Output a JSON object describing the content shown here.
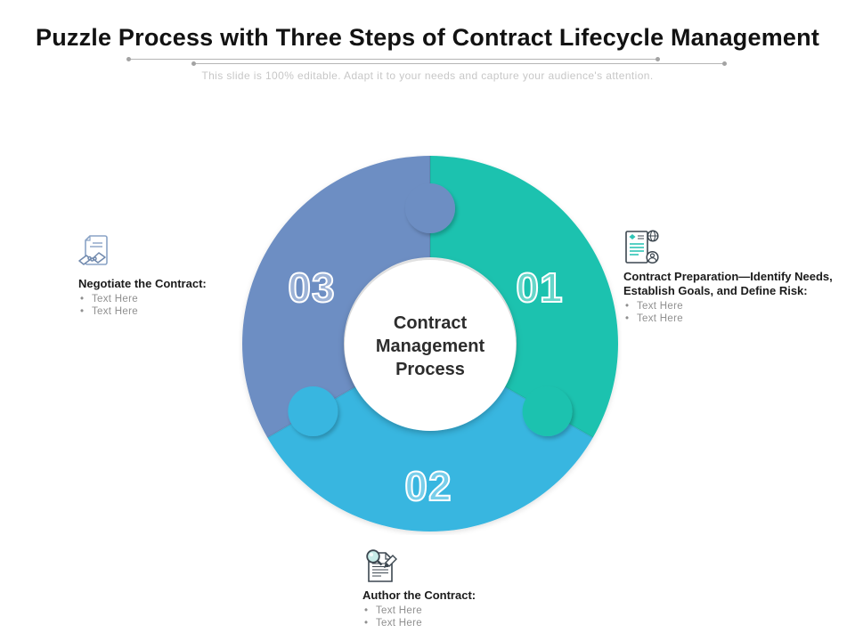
{
  "title": "Puzzle Process with Three Steps of Contract Lifecycle Management",
  "subtitle": "This slide is 100% editable. Adapt it to your needs and capture your audience's attention.",
  "center": {
    "label": "Contract\nManagement\nProcess"
  },
  "colors": {
    "step1": "#1fc2af",
    "step2": "#38b6e0",
    "step3": "#6d8ec3",
    "icon_teal": "#2ec4b6",
    "icon_dark": "#3c4750",
    "icon_blue": "#7e9bc4"
  },
  "steps": [
    {
      "number": "01",
      "title": "Contract Preparation—Identify Needs,\nEstablish Goals, and Define Risk:",
      "bullets": [
        "Text Here",
        "Text Here"
      ],
      "icon": "contract-document-globe-person-icon"
    },
    {
      "number": "02",
      "title": "Author the Contract:",
      "bullets": [
        "Text Here",
        "Text Here"
      ],
      "icon": "document-magnifier-pencil-icon"
    },
    {
      "number": "03",
      "title": "Negotiate the Contract:",
      "bullets": [
        "Text Here",
        "Text Here"
      ],
      "icon": "document-handshake-icon"
    }
  ]
}
